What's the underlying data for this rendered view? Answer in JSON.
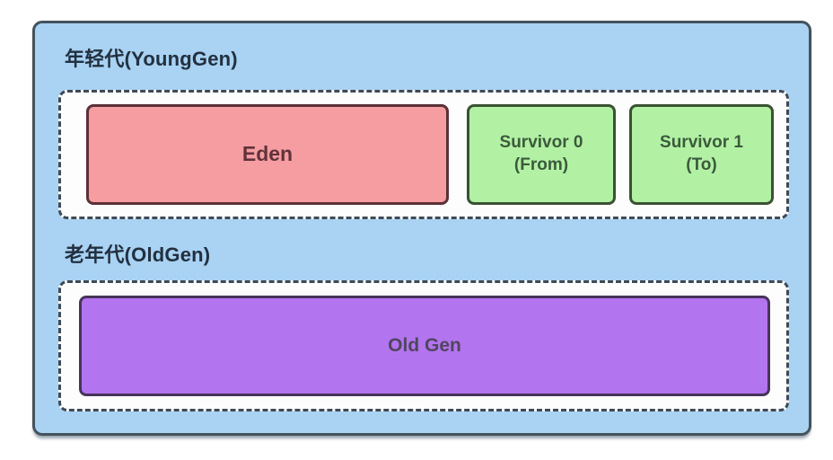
{
  "colors": {
    "canvas_bg": "#ffffff",
    "heap_bg": "#a9d2f3",
    "heap_border": "#44525c",
    "region_bg": "#fdfdfd",
    "region_border": "#3d4a58",
    "eden_bg": "#f59da1",
    "eden_border": "#5a3138",
    "eden_text": "#61323a",
    "survivor_bg": "#b2f1a4",
    "survivor_border": "#3a5233",
    "survivor_text": "#3c5a3c",
    "oldgen_bg": "#b374f0",
    "oldgen_border": "#46345a",
    "oldgen_text": "#51465e",
    "label_text": "#22303f"
  },
  "young_gen": {
    "label": "年轻代(YoungGen)",
    "blocks": {
      "eden": {
        "label": "Eden"
      },
      "survivor0": {
        "line1": "Survivor 0",
        "line2": "(From)"
      },
      "survivor1": {
        "line1": "Survivor 1",
        "line2": "(To)"
      }
    }
  },
  "old_gen": {
    "label": "老年代(OldGen)",
    "blocks": {
      "old": {
        "label": "Old Gen"
      }
    }
  }
}
